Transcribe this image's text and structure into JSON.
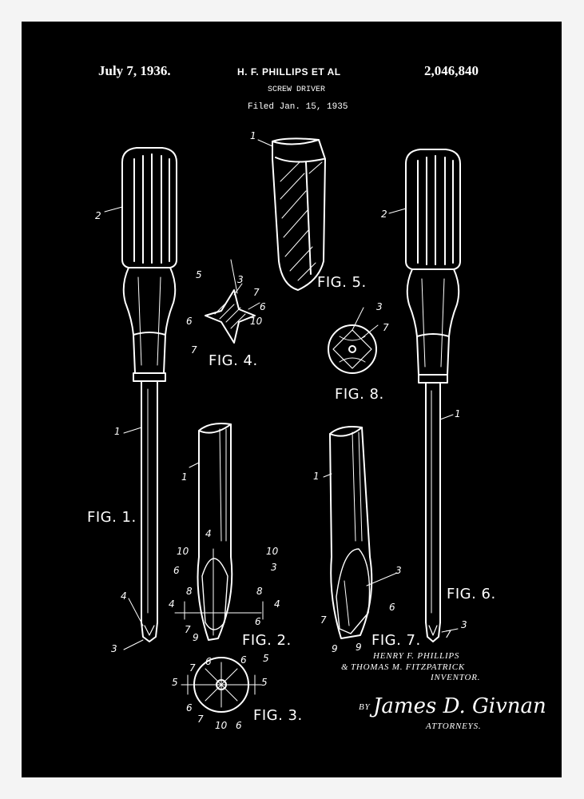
{
  "header": {
    "date": "July 7, 1936.",
    "inventor_line": "H. F. PHILLIPS ET AL",
    "title": "SCREW DRIVER",
    "filed": "Filed Jan. 15, 1935",
    "patent_number": "2,046,840"
  },
  "figures": {
    "fig1": "FIG. 1.",
    "fig2": "FIG. 2.",
    "fig3": "FIG. 3.",
    "fig4": "FIG. 4.",
    "fig5": "FIG. 5.",
    "fig6": "FIG. 6.",
    "fig7": "FIG. 7.",
    "fig8": "FIG. 8."
  },
  "refs": {
    "r1": "1",
    "r2": "2",
    "r3": "3",
    "r4": "4",
    "r5": "5",
    "r6": "6",
    "r7": "7",
    "r8": "8",
    "r9": "9",
    "r10": "10"
  },
  "signature": {
    "inventor_1": "HENRY F. PHILLIPS",
    "inventor_2": "THOMAS M. FITZPATRICK",
    "inventor_prefix": "&",
    "inventor_role": "INVENTOR.",
    "by": "BY",
    "attorney_name": "James D. Givnan",
    "attorney_role": "ATTORNEYS."
  },
  "colors": {
    "background": "#000000",
    "ink": "#ffffff",
    "frame": "#f4f4f4"
  }
}
